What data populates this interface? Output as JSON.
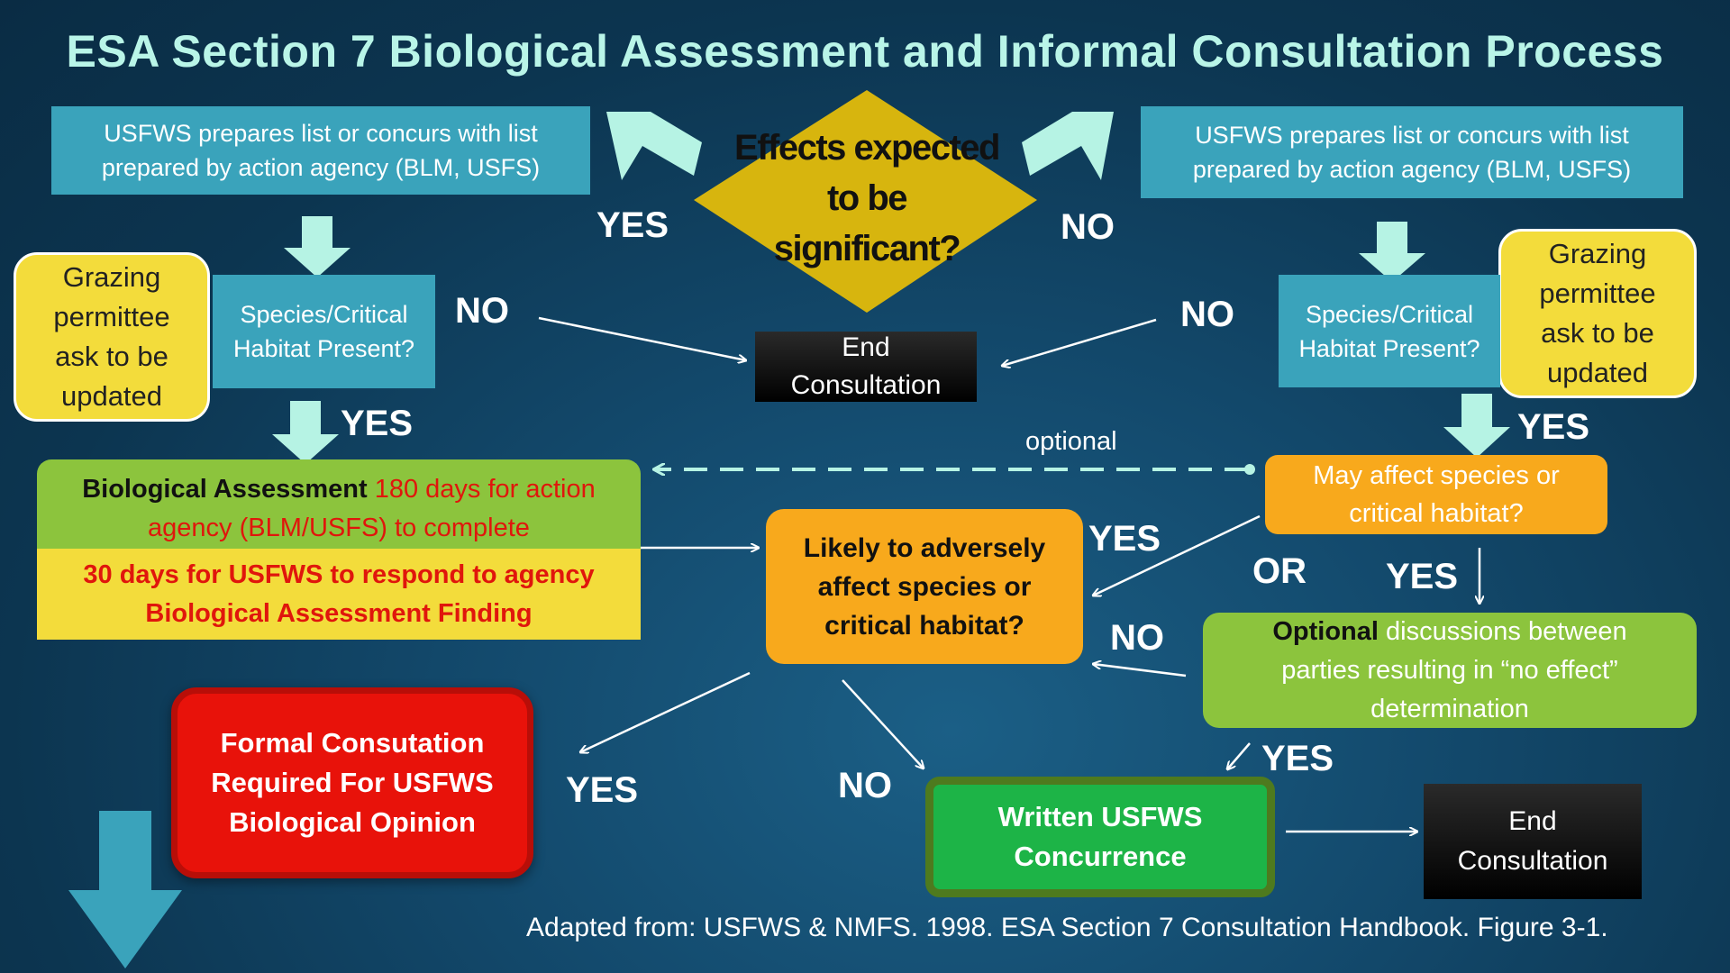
{
  "title": "ESA Section 7 Biological Assessment and  Informal Consultation Process",
  "prepares_left": "USFWS prepares  list or concurs with list prepared  by action agency (BLM, USFS)",
  "prepares_right": "USFWS prepares  list or concurs with list prepared  by action agency (BLM, USFS)",
  "decision": "Effects expected to be significant?",
  "species_left": "Species/Critical Habitat Present?",
  "species_right": "Species/Critical Habitat Present?",
  "grazing_left": "Grazing permittee ask to be updated",
  "grazing_right": "Grazing permittee ask to be updated",
  "end_top": "End Consultation",
  "end_bottom": "End Consultation",
  "bio_label": "Biological Assessment",
  "bio_days": " 180 days for action agency (BLM/USFS) to complete",
  "bio_respond": "30 days for USFWS to respond to agency Biological Assessment  Finding",
  "likely": "Likely to adversely affect species or critical habitat?",
  "may_affect": "May affect species or critical habitat?",
  "optional_label": "Optional",
  "optional_rest": " discussions between parties resulting in “no effect” determination",
  "formal": "Formal Consutation Required For USFWS Biological Opinion",
  "concurrence": "Written USFWS Concurrence",
  "source": "Adapted from: USFWS & NMFS. 1998. ESA Section 7 Consultation Handbook. Figure 3-1.",
  "labels": {
    "yes_top_left": "YES",
    "no_top_right": "NO",
    "no_left": "NO",
    "no_right": "NO",
    "yes_left": "YES",
    "yes_right": "YES",
    "optional_dashed": "optional",
    "yes_likely": "YES",
    "or": "OR",
    "yes_may": "YES",
    "no_optional": "NO",
    "yes_optional": "YES",
    "yes_formal": "YES",
    "no_concurrence": "NO"
  },
  "colors": {
    "teal_box": "#3aa3bb",
    "arrow": "#b6f3e4",
    "yellow": "#f3dc3b",
    "green": "#8cc43d",
    "orange": "#f8a91c",
    "red": "#e8120a",
    "concurrence_green": "#1db447",
    "diamond": "#d7b50e"
  }
}
